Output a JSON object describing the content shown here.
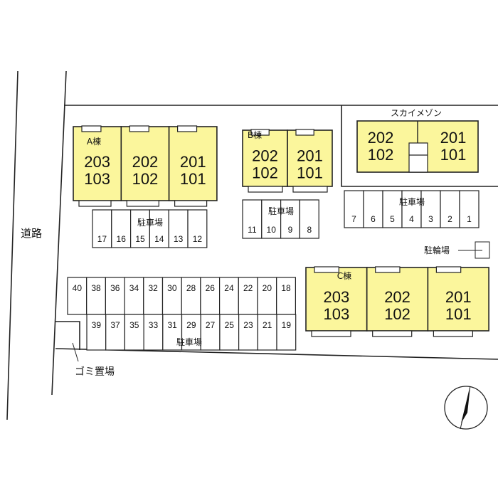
{
  "road_label": "道路",
  "garbage_label": "ゴミ置場",
  "bicycle_label": "駐輪場",
  "parking_label": "駐車場",
  "colors": {
    "building_fill": "#fbf69c",
    "line": "#222222"
  },
  "buildings": [
    {
      "name": "A棟",
      "units": [
        {
          "upper": "203",
          "lower": "103"
        },
        {
          "upper": "202",
          "lower": "102"
        },
        {
          "upper": "201",
          "lower": "101"
        }
      ]
    },
    {
      "name": "B棟",
      "units": [
        {
          "upper": "202",
          "lower": "102"
        },
        {
          "upper": "201",
          "lower": "101"
        }
      ]
    },
    {
      "name": "スカイメゾン",
      "units": [
        {
          "upper": "202",
          "lower": "102"
        },
        {
          "upper": "201",
          "lower": "101"
        }
      ]
    },
    {
      "name": "C棟",
      "units": [
        {
          "upper": "203",
          "lower": "103"
        },
        {
          "upper": "202",
          "lower": "102"
        },
        {
          "upper": "201",
          "lower": "101"
        }
      ]
    }
  ],
  "parking": {
    "a_lot": [
      "17",
      "16",
      "15",
      "14",
      "13",
      "12"
    ],
    "b_lot": [
      "11",
      "10",
      "9",
      "8"
    ],
    "sky_lot": [
      "7",
      "6",
      "5",
      "4",
      "3",
      "2",
      "1"
    ],
    "main_top": [
      "40",
      "38",
      "36",
      "34",
      "32",
      "30",
      "28",
      "26",
      "24",
      "22",
      "20",
      "18"
    ],
    "main_bottom": [
      "39",
      "37",
      "35",
      "33",
      "31",
      "29",
      "27",
      "25",
      "23",
      "21",
      "19"
    ]
  },
  "compass_icon": "north-arrow-icon"
}
